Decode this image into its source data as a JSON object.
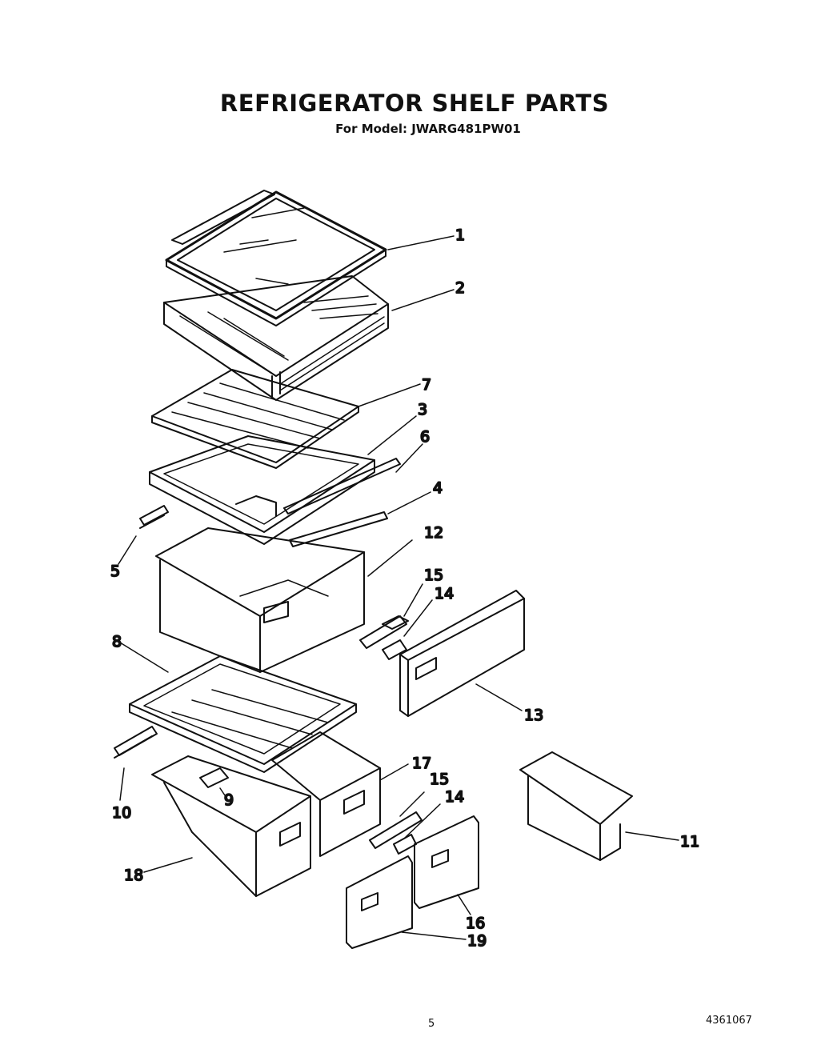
{
  "title": "REFRIGERATOR SHELF PARTS",
  "subtitle": "For Model: JWARG481PW01",
  "callouts": {
    "c1": "1",
    "c2": "2",
    "c3": "3",
    "c4": "4",
    "c5": "5",
    "c6": "6",
    "c7": "7",
    "c8": "8",
    "c9": "9",
    "c10": "10",
    "c11": "11",
    "c12": "12",
    "c13": "13",
    "c14a": "14",
    "c14b": "14",
    "c15a": "15",
    "c15b": "15",
    "c16": "16",
    "c17": "17",
    "c18": "18",
    "c19": "19"
  },
  "footer": {
    "page_number": "5",
    "doc_number": "4361067"
  }
}
